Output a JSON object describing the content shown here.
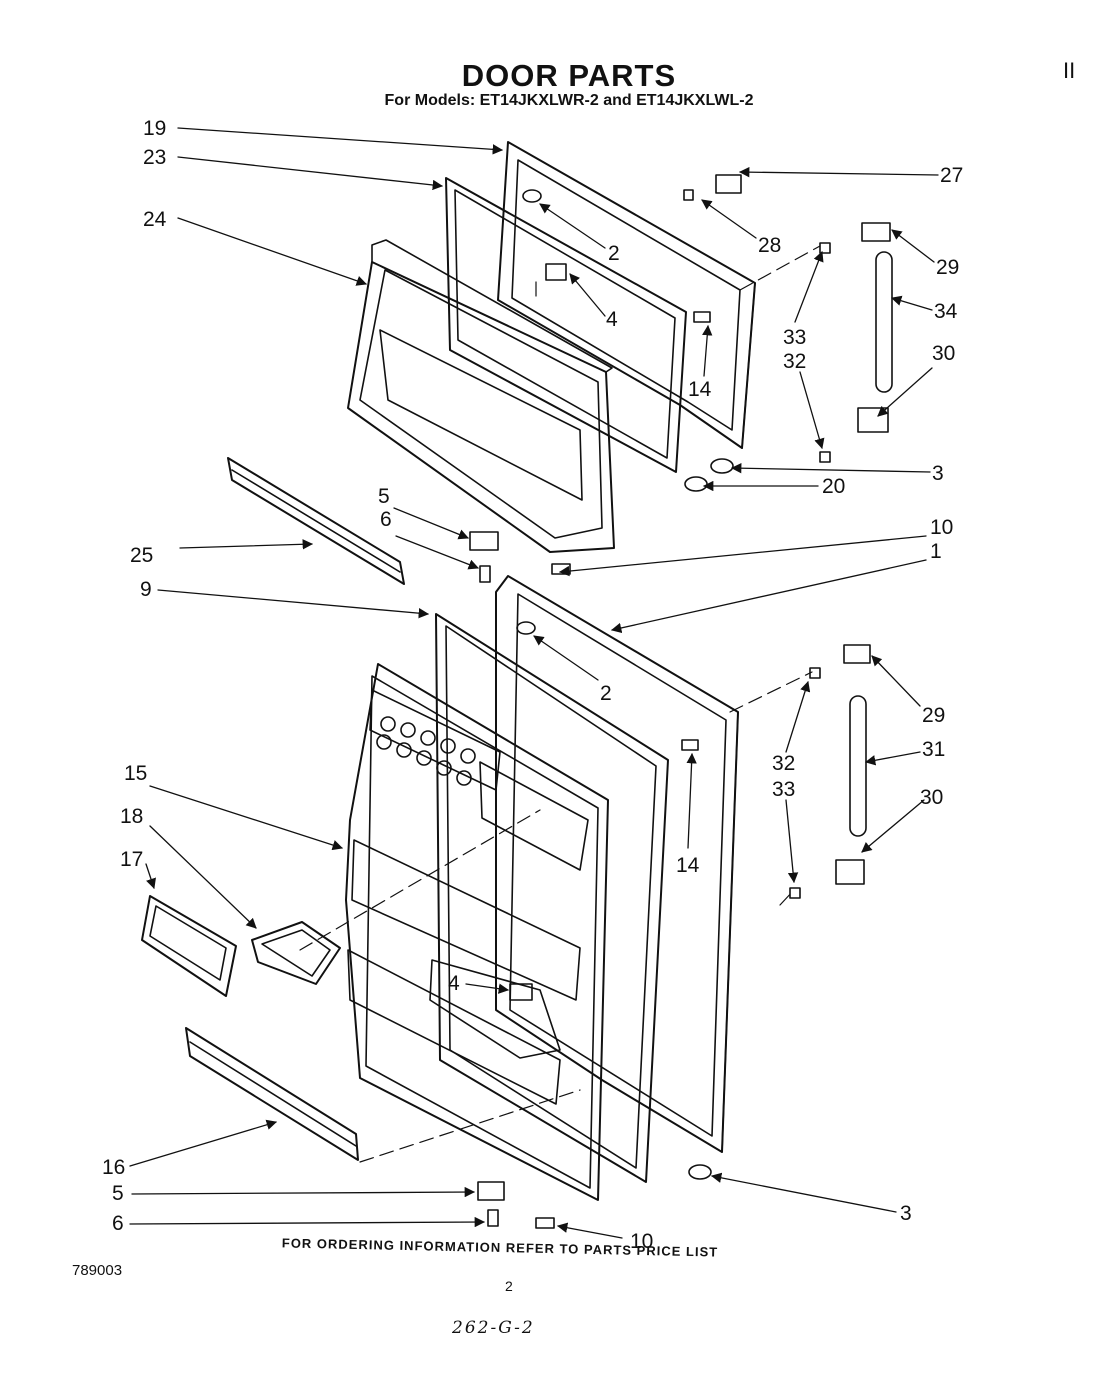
{
  "header": {
    "title": "DOOR PARTS",
    "subtitle": "For Models: ET14JKXLWR-2 and ET14JKXLWL-2",
    "corner_mark": "II"
  },
  "footer": {
    "ordering_note": "FOR ORDERING INFORMATION REFER TO PARTS PRICE LIST",
    "drawing_number": "789003",
    "page_number": "2",
    "handwritten_note": "262-G-2"
  },
  "callouts": [
    "19",
    "23",
    "24",
    "2",
    "4",
    "27",
    "28",
    "29",
    "34",
    "33",
    "32",
    "14",
    "30",
    "3",
    "20",
    "5",
    "6",
    "10",
    "1",
    "25",
    "9",
    "2",
    "29",
    "31",
    "32",
    "33",
    "15",
    "18",
    "17",
    "30",
    "14",
    "4",
    "16",
    "5",
    "6",
    "10",
    "3"
  ]
}
